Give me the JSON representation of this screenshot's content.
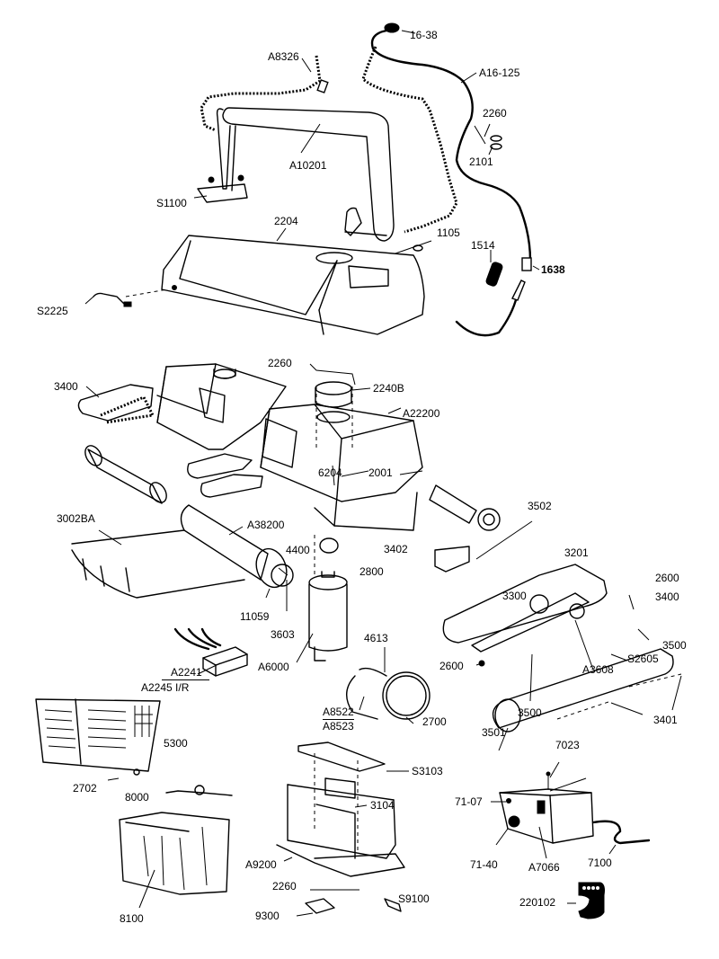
{
  "diagram": {
    "title": "Pool cleaner exploded parts diagram",
    "colors": {
      "line": "#000000",
      "background": "#ffffff"
    },
    "labels": {
      "p16_38": "16-38",
      "a8326": "A8326",
      "a16_125": "A16-125",
      "p2260_top": "2260",
      "p2101": "2101",
      "a10201": "A10201",
      "s1100": "S1100",
      "p2204": "2204",
      "p1105": "1105",
      "p1514": "1514",
      "p1638": "1638",
      "s2225": "S2225",
      "p2260_mid": "2260",
      "p2240b": "2240B",
      "p3400_left": "3400",
      "a22200": "A22200",
      "p6204": "6204",
      "p2001": "2001",
      "p3502": "3502",
      "p3002ba": "3002BA",
      "a38200": "A38200",
      "p4400": "4400",
      "p3402": "3402",
      "p2800": "2800",
      "p3201": "3201",
      "p2600_right": "2600",
      "p3400_right": "3400",
      "p3300": "3300",
      "p3500_right": "3500",
      "p11059": "11059",
      "p3603": "3603",
      "a6000": "A6000",
      "p4613": "4613",
      "p2600_left": "2600",
      "a3608": "A3608",
      "s2605": "S2605",
      "a2241": "A2241",
      "a2245ir": "A2245 I/R",
      "a8522": "A8522",
      "a8523": "A8523",
      "p2700": "2700",
      "p3501": "3501",
      "p3500_bottom": "3500",
      "p3401": "3401",
      "p5300": "5300",
      "p2702": "2702",
      "s3103": "S3103",
      "p7023": "7023",
      "p8000": "8000",
      "p3104": "3104",
      "p71_07": "71-07",
      "a9200": "A9200",
      "p71_40": "71-40",
      "a7066": "A7066",
      "p7100": "7100",
      "p2260_bottom": "2260",
      "p8100": "8100",
      "p220102": "220102",
      "p9300": "9300",
      "s9100": "S9100"
    }
  }
}
